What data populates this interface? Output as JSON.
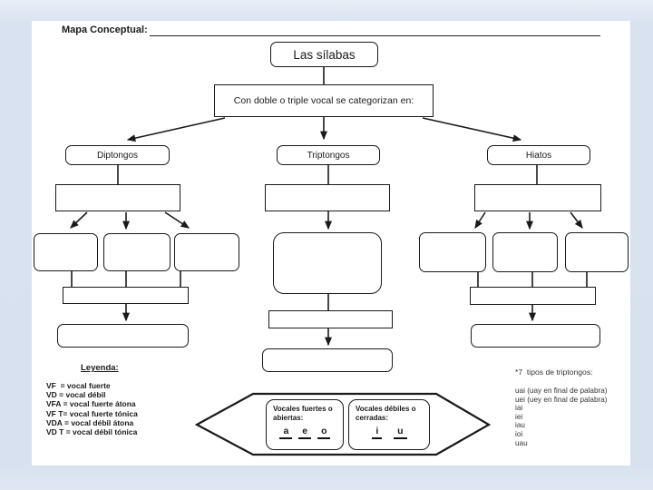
{
  "header": {
    "label": "Mapa Conceptual:"
  },
  "nodes": {
    "root": "Las sílabas",
    "categorize": "Con doble o triple vocal se categorizan en:",
    "branches": [
      "Diptongos",
      "Triptongos",
      "Hiatos"
    ]
  },
  "legend": {
    "title": "Leyenda:",
    "items": [
      "VF  = vocal fuerte",
      "VD = vocal débil",
      "VFA = vocal fuerte átona",
      "VF T= vocal fuerte tónica",
      "VDA = vocal débil átona",
      "VD T = vocal débil tónica"
    ]
  },
  "vowels": {
    "strong": {
      "title": "Vocales fuertes o abiertas:",
      "letters": [
        "a",
        "e",
        "o"
      ]
    },
    "weak": {
      "title": "Vocales débiles o cerradas:",
      "letters": [
        "i",
        "u"
      ]
    }
  },
  "triptongos_note": {
    "title": "*7  tipos de triptongos:",
    "items": [
      "uai (uay en final de palabra)",
      "uei (uey en final de palabra)",
      "iai",
      "iei",
      "iau",
      "ioi",
      "uau"
    ]
  },
  "colors": {
    "background": "#d7e1ef",
    "page": "#ffffff",
    "ink": "#1a1a1a"
  }
}
